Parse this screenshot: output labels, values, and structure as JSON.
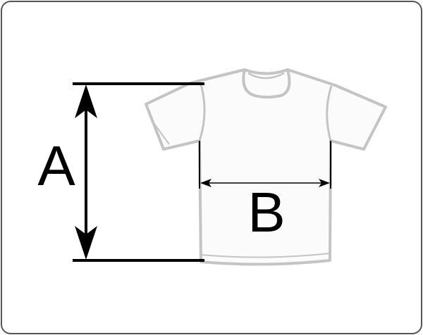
{
  "diagram": {
    "label_a": "A",
    "label_b": "B"
  },
  "colors": {
    "frame_border": "#555555",
    "shirt_outline": "#c4c4c4",
    "shirt_fill": "#fbfbfb",
    "dimension_lines": "#000000"
  },
  "icons": {
    "garment": "tshirt-icon",
    "arrow": "double-arrow"
  }
}
